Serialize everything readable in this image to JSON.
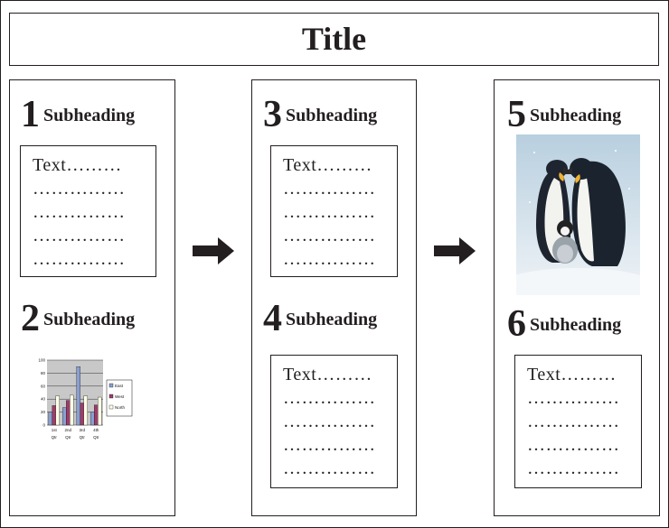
{
  "title": "Title",
  "sections": [
    {
      "number": "1",
      "label": "Subheading"
    },
    {
      "number": "2",
      "label": "Subheading"
    },
    {
      "number": "3",
      "label": "Subheading"
    },
    {
      "number": "4",
      "label": "Subheading"
    },
    {
      "number": "5",
      "label": "Subheading"
    },
    {
      "number": "6",
      "label": "Subheading"
    }
  ],
  "textbox": {
    "line1": "Text………",
    "line2": "……………",
    "line3": "……………",
    "line4": "……………",
    "line5": "……………"
  },
  "photo_icon": "penguins-photo",
  "colors": {
    "ink": "#231f20",
    "east": "#8a9fd0",
    "west": "#9c3d6b",
    "north": "#ffffe8",
    "plot_bg": "#c8c8c8",
    "photo_sky": "#c9dce9"
  },
  "chart_data": {
    "type": "bar",
    "categories": [
      "1st Qtr",
      "2nd Qtr",
      "3rd Qtr",
      "4th Qtr"
    ],
    "series": [
      {
        "name": "East",
        "values": [
          20,
          27,
          90,
          20
        ]
      },
      {
        "name": "West",
        "values": [
          30,
          38,
          34,
          31
        ]
      },
      {
        "name": "North",
        "values": [
          45,
          46,
          45,
          43
        ]
      }
    ],
    "yticks": [
      "0",
      "20",
      "40",
      "60",
      "80",
      "100"
    ],
    "ylim": [
      0,
      100
    ],
    "grid": true,
    "legend": "right"
  }
}
